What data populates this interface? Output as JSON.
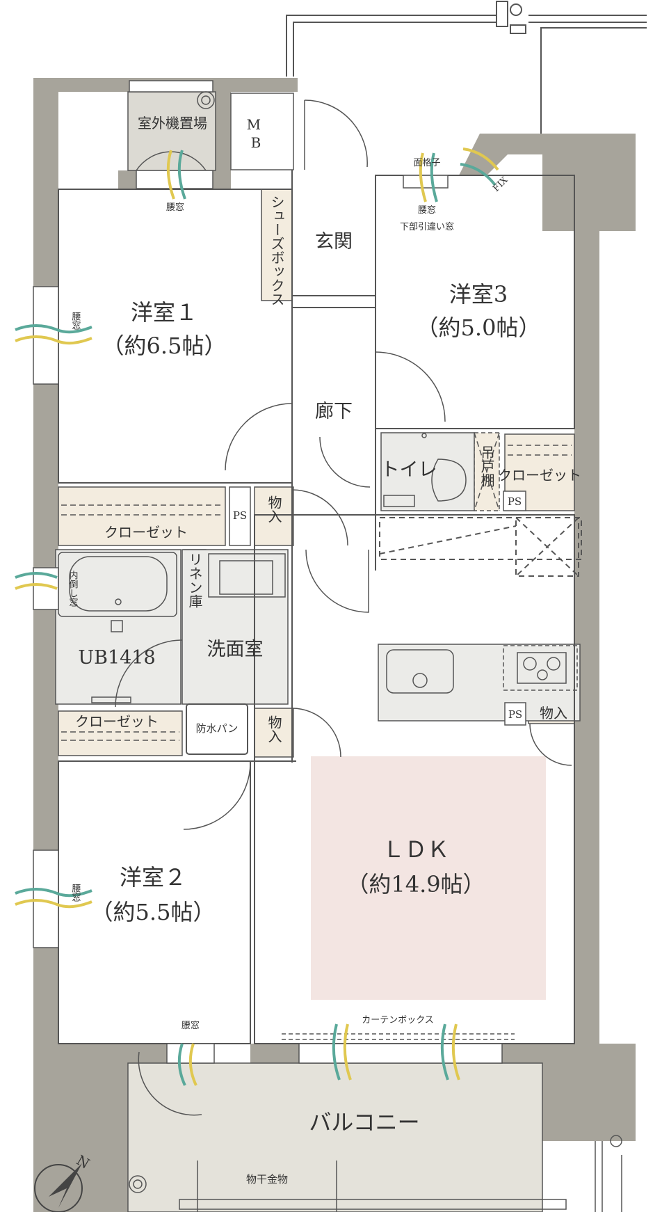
{
  "colors": {
    "wall": "#a7a49b",
    "storage": "#f3ecdf",
    "ldk_highlight": "#f3e5e2",
    "balcony": "#e4e2da",
    "outdoor_unit": "#dcdad3",
    "line": "#555555",
    "breeze_teal": "#5aa99a",
    "breeze_yellow": "#e0c850"
  },
  "rooms": {
    "western1": {
      "name": "洋室１",
      "size": "（約6.5帖）"
    },
    "western2": {
      "name": "洋室２",
      "size": "（約5.5帖）"
    },
    "western3": {
      "name": "洋室3",
      "size": "（約5.0帖）"
    },
    "ldk": {
      "name": "ＬＤＫ",
      "size": "（約14.9帖）"
    },
    "entrance": "玄関",
    "corridor": "廊下",
    "toilet": "トイレ",
    "washroom": "洗面室",
    "bath": "UB1418",
    "balcony": "バルコニー"
  },
  "storage": {
    "mb": "M\nB",
    "shoebox": "シューズボックス",
    "closet1": "クローゼット",
    "closet2": "クローゼット",
    "closet3": "クローゼット",
    "linen": "リネン庫",
    "hanging_shelf": "吊戸棚",
    "storage_a": "物入",
    "storage_b": "物入",
    "storage_c": "物入",
    "ps": "PS",
    "waterproof_pan": "防水パン"
  },
  "labels": {
    "outdoor_unit": "室外機置場",
    "koshi_window": "腰窓",
    "grille": "面格子",
    "lower_sliding": "下部引違い窓",
    "fix": "FIX",
    "inward_window": "内倒し窓",
    "curtain_box": "カーテンボックス",
    "drying_hardware": "物干金物",
    "north": "N"
  }
}
